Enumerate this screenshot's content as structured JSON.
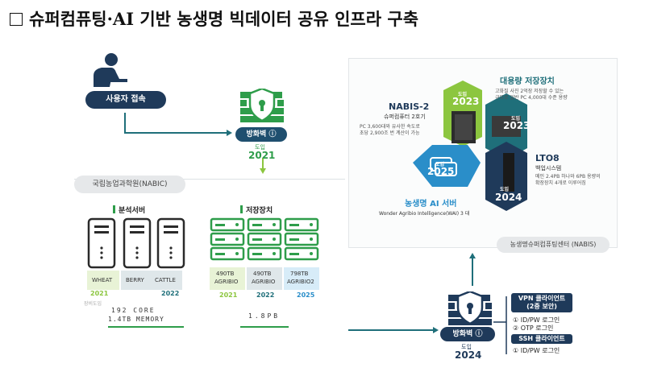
{
  "title": "슈퍼컴퓨팅·AI 기반 농생명 빅데이터 공유 인프라 구축",
  "colors": {
    "navy": "#1f3a5a",
    "green": "#2e9d4a",
    "lime": "#8cc63f",
    "blue": "#2a8ec9",
    "teal": "#1f6f7a"
  },
  "user": {
    "label": "사용자 접속",
    "icon": "user-at-desk-icon"
  },
  "firewall_top": {
    "label": "방화벽 ⓘ",
    "intro": "도입",
    "year": "2021",
    "icon": "firewall-shield-icon"
  },
  "firewall_bottom": {
    "label": "방화벽 ⓘ",
    "intro": "도입",
    "year": "2024",
    "icon": "firewall-shield-icon"
  },
  "nabic": {
    "label": "국립농업과학원(NABIC)",
    "analysis": {
      "heading": "분석서버",
      "servers": [
        "WHEAT",
        "BERRY",
        "CATTLE"
      ],
      "years": [
        "2021",
        "2022"
      ],
      "intro_note": "장비도입",
      "spec_line1": "192 CORE",
      "spec_line2": "1.4TB MEMORY"
    },
    "storage": {
      "heading": "저장장치",
      "units": [
        {
          "cap": "490TB",
          "name": "AGRIBIO"
        },
        {
          "cap": "490TB",
          "name": "AGRIBIO"
        },
        {
          "cap": "798TB",
          "name": "AGRIBIO2"
        }
      ],
      "years": [
        "2021",
        "2022",
        "2025"
      ],
      "total": "1.8PB"
    }
  },
  "nabis": {
    "label": "농생명슈퍼컴퓨팅센터 (NABIS)",
    "intro": "도입",
    "hex_years": [
      "2023",
      "2023",
      "2024",
      "2025"
    ],
    "nabis2": {
      "title": "NABIS-2",
      "subtitle": "슈퍼컴퓨터 2호기",
      "desc1": "PC 3,600대와 유사한 속도로",
      "desc2": "초당 2,900조 번 계산이 가능"
    },
    "storage": {
      "title": "대용량 저장장치",
      "desc1": "고화질 사진 2억장 저장할 수 있는",
      "desc2": "규모로 일반 PC 4,000대 수준 용량"
    },
    "lto8": {
      "title": "LTO8",
      "subtitle": "백업시스템",
      "desc1": "메인 2.4PB 하나와 6PB 용량의",
      "desc2": "확장장치 4개로 이루어짐"
    },
    "ai": {
      "title": "농생명 AI 서버",
      "subtitle": "Wonder Agribio Intelligence(WAI) 3 대"
    }
  },
  "vpn": {
    "heading1": "VPN 클라이언트",
    "heading1b": "(2중 보안)",
    "items1": [
      "① ID/PW 로그인",
      "② OTP 로그인"
    ],
    "heading2": "SSH 클라이언트",
    "items2": [
      "① ID/PW 로그인"
    ]
  }
}
